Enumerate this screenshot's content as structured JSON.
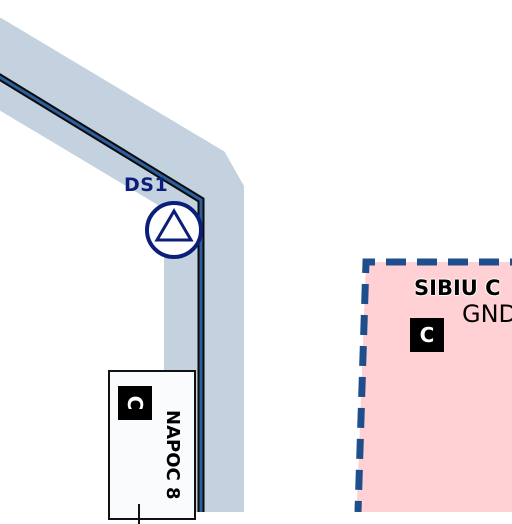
{
  "waypoint": {
    "name": "DS1",
    "icon": "triangle-waypoint-icon"
  },
  "airspace_sibiu": {
    "name": "SIBIU C",
    "lower_limit": "GND",
    "class": "C",
    "fill_color": "#ffd1d4",
    "border_color": "#1f4e8c"
  },
  "sector_napoc": {
    "name": "NAPOC 8",
    "class": "C"
  },
  "colors": {
    "airway_band": "#c4d2df",
    "airway_line": "#1f4e8c",
    "waypoint": "#0b1f7a"
  }
}
